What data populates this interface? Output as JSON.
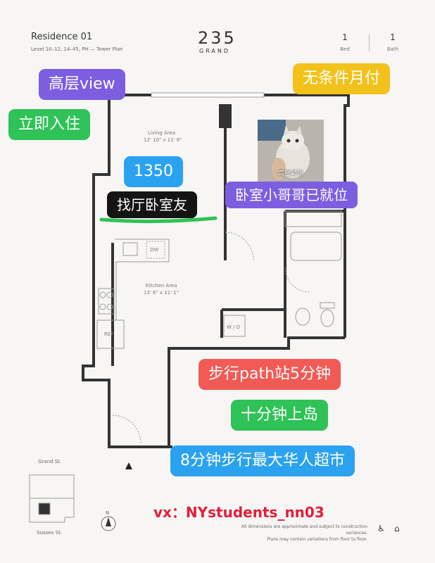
{
  "header": {
    "residence": "Residence 01",
    "levels": "Level 10–12, 14–45, PH — Tower Plan",
    "brand_number": "235",
    "brand_word": "GRAND",
    "bed_count": "1",
    "bed_label": "Bed",
    "bath_count": "1",
    "bath_label": "Bath"
  },
  "rooms": {
    "living_name": "Living Area",
    "living_size": "12' 10\" x 11' 6\"",
    "kitchen_name": "Kitchen Area",
    "kitchen_size": "12' 6\" x 11' 1\"",
    "dw": "DW",
    "ref": "REF",
    "wd": "W / D"
  },
  "tags": {
    "high_floor": "高层view",
    "move_in": "立即入住",
    "monthly": "无条件月付",
    "price": "1350",
    "find_roommate": "找厅卧室友",
    "roommate_ready": "卧室小哥哥已就位",
    "path_walk": "步行path站5分钟",
    "island": "十分钟上岛",
    "supermarket": "8分钟步行最大华人超市"
  },
  "photo": {
    "caption": "高度紧张"
  },
  "map": {
    "street_top": "Grand St.",
    "street_bottom": "Sussex St.",
    "north": "N"
  },
  "contact": "vx：NYstudents_nn03",
  "footnote": {
    "line1": "All dimensions are approximate and subject to construction variances.",
    "line2": "Plans may contain variations from floor to floor."
  },
  "icons": [
    "wheelchair-icon",
    "equal-housing-icon",
    "north-arrow-icon"
  ],
  "colors": {
    "purple": "#7c5ee0",
    "green": "#2fc257",
    "yellow": "#f2c21b",
    "blue": "#2ba2f0",
    "red": "#f25a55",
    "black": "#141414",
    "contact_red": "#e01f3a"
  }
}
